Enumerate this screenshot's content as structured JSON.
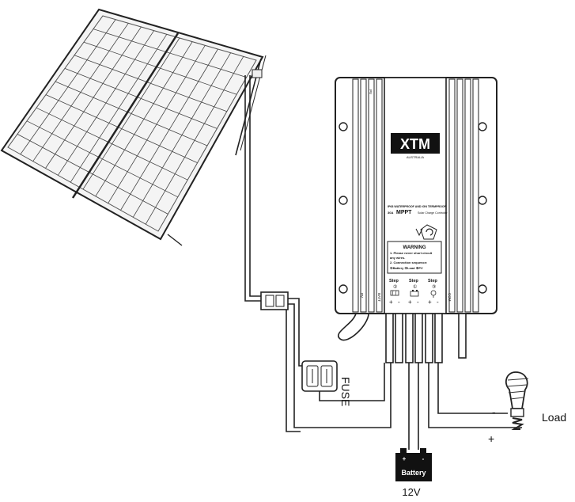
{
  "diagram": {
    "brand": "XTM",
    "brand_tagline": "AUSTRALIA",
    "product_lines": [
      "IP68 WATERPROOF AND IGN TERMPROOF",
      "30A",
      "MPPT",
      "Solar Charge Controller"
    ],
    "warning": {
      "title": "WARNING",
      "lines": [
        "1. Please never short circuit",
        "any wires.",
        "2. Connection sequence:",
        "①Battery ②Load ③PV"
      ]
    },
    "steps": [
      {
        "label": "Step",
        "number": "②"
      },
      {
        "label": "Step",
        "number": "①"
      },
      {
        "label": "Step",
        "number": "③"
      }
    ],
    "terminal_labels": {
      "pv": "PV",
      "batt": "BATT",
      "com": "COM"
    },
    "polarity": {
      "plus": "+",
      "minus": "-"
    },
    "fuse_label": "FUSE",
    "load_label": "Load",
    "load_minus": "-",
    "load_plus": "+",
    "battery_label": "Battery",
    "battery_voltage": "12V",
    "battery_terminals": [
      "+",
      "-"
    ]
  }
}
